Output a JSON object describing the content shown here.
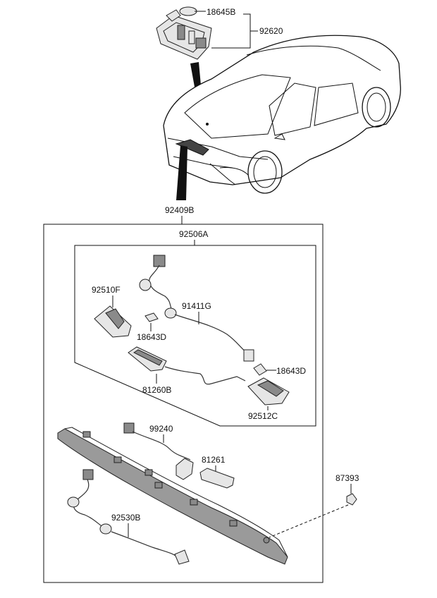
{
  "labels": {
    "l18645B": "18645B",
    "l92620": "92620",
    "l92409B": "92409B",
    "l92506A": "92506A",
    "l92510F": "92510F",
    "l91411G": "91411G",
    "l18643D_a": "18643D",
    "l18643D_b": "18643D",
    "l81260B": "81260B",
    "l92512C": "92512C",
    "l99240": "99240",
    "l81261": "81261",
    "l87393": "87393",
    "l92530B": "92530B"
  }
}
